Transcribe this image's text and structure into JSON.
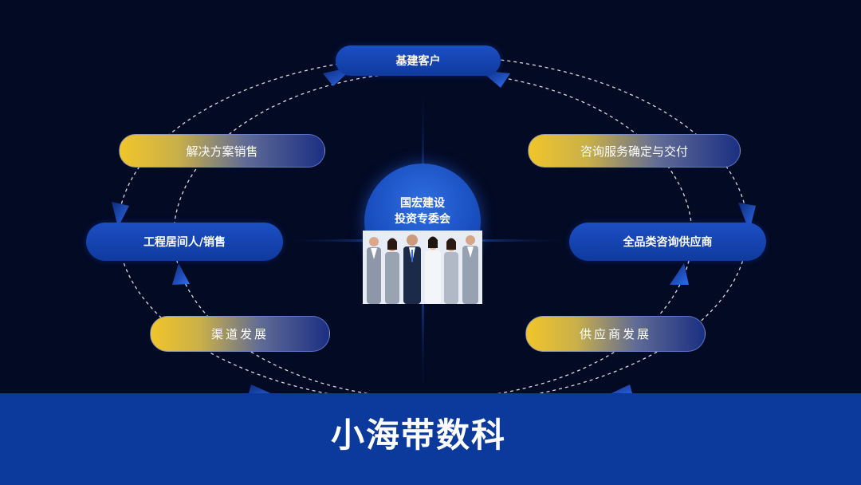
{
  "nodes": {
    "top": "基建客户",
    "left_upper": "解决方案销售",
    "left_middle": "工程居间人/销售",
    "left_lower": "渠道发展",
    "right_upper": "咨询服务确定与交付",
    "right_middle": "全品类咨询供应商",
    "right_lower": "供应商发展"
  },
  "center": {
    "title_line1": "国宏建设",
    "title_line2": "投资专委会"
  },
  "brand": "小海带数科",
  "colors": {
    "background": "#030a24",
    "brand_blue": "#0c3a9c",
    "node_blue": "#1c4fc4",
    "accent_yellow": "#f1c52a"
  }
}
